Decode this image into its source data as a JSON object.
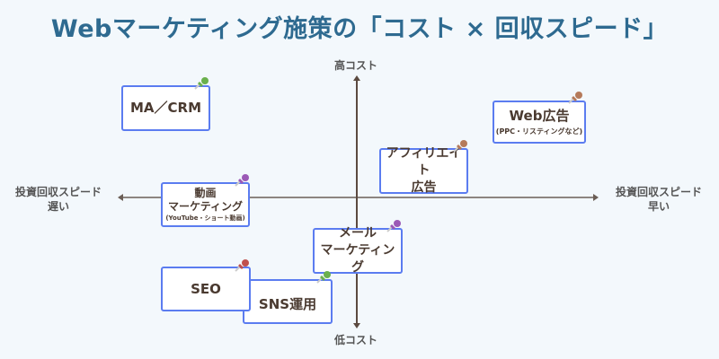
{
  "title": "Webマーケティング施策の「コスト × 回収スピード」",
  "axes": {
    "top": "高コスト",
    "bottom": "低コスト",
    "left": "投資回収スピード\n遅い",
    "left_line1": "投資回収スピード",
    "left_line2": "遅い",
    "right_line1": "投資回収スピード",
    "right_line2": "早い"
  },
  "cards": [
    {
      "id": "ma-crm",
      "label": "MA／CRM",
      "sub": "",
      "pin_color": "#6ab04c"
    },
    {
      "id": "web-ads",
      "label": "Web広告",
      "sub": "(PPC・リスティングなど)",
      "pin_color": "#b57a5a"
    },
    {
      "id": "affiliate",
      "label_line1": "アフィリエイト",
      "label_line2": "広告",
      "pin_color": "#b57a5a"
    },
    {
      "id": "video",
      "label_line1": "動画",
      "label_line2": "マーケティング",
      "sub": "(YouTube・ショート動画)",
      "pin_color": "#9b59b6"
    },
    {
      "id": "email",
      "label_line1": "メール",
      "label_line2": "マーケティング",
      "pin_color": "#9b59b6"
    },
    {
      "id": "seo",
      "label": "SEO",
      "pin_color": "#c0504d"
    },
    {
      "id": "sns",
      "label": "SNS運用",
      "pin_color": "#6ab04c"
    }
  ]
}
